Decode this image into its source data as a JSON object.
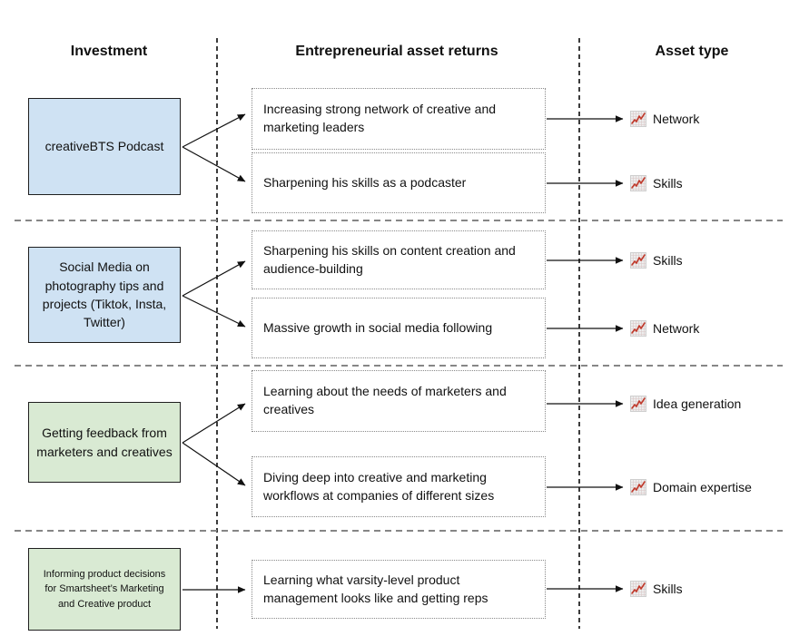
{
  "headers": {
    "investment": "Investment",
    "returns": "Entrepreneurial asset returns",
    "asset_type": "Asset type"
  },
  "colors": {
    "investment_box_blue": "#cfe2f3",
    "investment_box_green": "#d9ead3",
    "box_border": "#1f1f1f",
    "dotted_box_border": "#8a8a8a",
    "divider_gray": "#868686",
    "divider_dark": "#3c3c3c",
    "arrow": "#111111",
    "icon_line_red": "#c0392b"
  },
  "icons": {
    "asset_type_icon": "chart-increasing-icon"
  },
  "rows": [
    {
      "investment": "creativeBTS Podcast",
      "returns": [
        {
          "text": "Increasing strong network of creative and marketing leaders",
          "asset_type": "Network"
        },
        {
          "text": "Sharpening his skills as a podcaster",
          "asset_type": "Skills"
        }
      ]
    },
    {
      "investment": "Social Media on photography tips and projects (Tiktok, Insta, Twitter)",
      "returns": [
        {
          "text": "Sharpening his skills on content creation and audience-building",
          "asset_type": "Skills"
        },
        {
          "text": "Massive growth in social media following",
          "asset_type": "Network"
        }
      ]
    },
    {
      "investment": "Getting feedback from marketers and creatives",
      "returns": [
        {
          "text": "Learning about the needs of marketers and creatives",
          "asset_type": "Idea generation"
        },
        {
          "text": "Diving deep into creative and marketing workflows at companies of different sizes",
          "asset_type": "Domain expertise"
        }
      ]
    },
    {
      "investment": "Informing product decisions for Smartsheet’s Marketing and Creative product",
      "returns": [
        {
          "text": "Learning what varsity-level product management looks like and getting reps",
          "asset_type": "Skills"
        }
      ]
    }
  ]
}
